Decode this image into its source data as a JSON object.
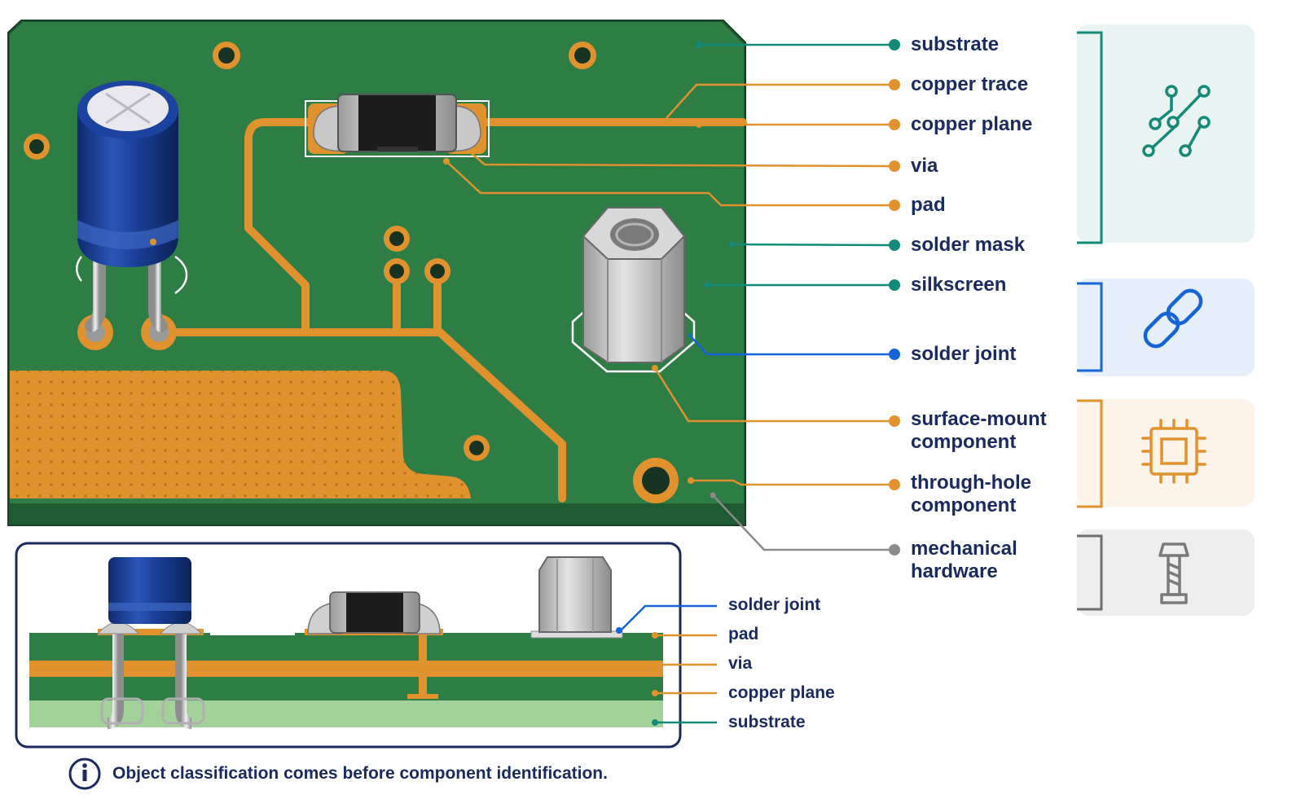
{
  "colors": {
    "board_green": "#2e7d45",
    "copper": "#e0922f",
    "teal": "#138a78",
    "blue": "#1565d8",
    "gray": "#8a8a8a",
    "navy": "#1a2a5e"
  },
  "callouts": [
    {
      "id": "substrate",
      "text": "substrate",
      "color": "teal"
    },
    {
      "id": "copper-trace",
      "text": "copper trace",
      "color": "orange"
    },
    {
      "id": "copper-plane",
      "text": "copper plane",
      "color": "orange"
    },
    {
      "id": "via",
      "text": "via",
      "color": "orange"
    },
    {
      "id": "pad",
      "text": "pad",
      "color": "orange"
    },
    {
      "id": "solder-mask",
      "text": "solder mask",
      "color": "teal"
    },
    {
      "id": "silkscreen",
      "text": "silkscreen",
      "color": "teal"
    },
    {
      "id": "solder-joint",
      "text": "solder joint",
      "color": "blue"
    },
    {
      "id": "surface-mount-component",
      "text": "surface-mount\ncomponent",
      "color": "orange"
    },
    {
      "id": "through-hole-component",
      "text": "through-hole\ncomponent",
      "color": "orange"
    },
    {
      "id": "mechanical-hardware",
      "text": "mechanical\nhardware",
      "color": "gray"
    }
  ],
  "cross_section_labels": [
    {
      "id": "solder-joint",
      "text": "solder joint",
      "color": "blue"
    },
    {
      "id": "pad",
      "text": "pad",
      "color": "orange"
    },
    {
      "id": "via",
      "text": "via",
      "color": "orange"
    },
    {
      "id": "copper-plane",
      "text": "copper plane",
      "color": "orange"
    },
    {
      "id": "substrate",
      "text": "substrate",
      "color": "teal"
    }
  ],
  "category_groups": [
    {
      "id": "board-layers",
      "icon": "circuit-trace-icon",
      "color": "teal"
    },
    {
      "id": "connections",
      "icon": "chain-link-icon",
      "color": "blue"
    },
    {
      "id": "components",
      "icon": "chip-icon",
      "color": "orange"
    },
    {
      "id": "hardware",
      "icon": "screw-icon",
      "color": "gray"
    }
  ],
  "footer_note": "Object classification comes before component identification."
}
